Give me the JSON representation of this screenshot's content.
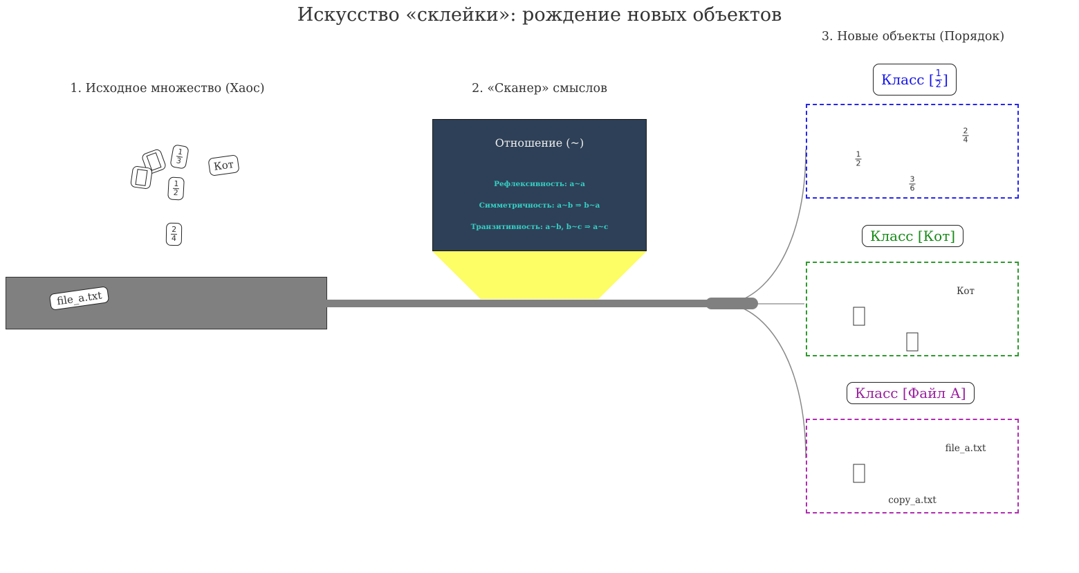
{
  "title": "Искусство «склейки»: рождение новых объектов",
  "sections": {
    "chaos": {
      "heading": "1. Исходное множество (Хаос)",
      "items": {
        "frac_1_3": {
          "num": "1",
          "den": "3"
        },
        "cat_word": "Кот",
        "frac_1_2": {
          "num": "1",
          "den": "2"
        },
        "frac_2_4": {
          "num": "2",
          "den": "4"
        },
        "file_label": "file_a.txt"
      }
    },
    "scanner": {
      "heading": "2. «Сканер» смыслов",
      "box_title": "Отношение (~)",
      "properties": [
        "Рефлексивность: a~a",
        "Симметричность: a~b ⇒ b~a",
        "Транзитивность: a~b, b~c ⇒ a~c"
      ]
    },
    "order": {
      "heading": "3. Новые объекты (Порядок)",
      "classes": [
        {
          "label_prefix": "Класс [",
          "label_fraction": {
            "num": "1",
            "den": "2"
          },
          "label_suffix": "]",
          "accent": "#1414e8",
          "border": "#2424f0",
          "items": [
            {
              "num": "2",
              "den": "4"
            },
            {
              "num": "1",
              "den": "2"
            },
            {
              "num": "3",
              "den": "6"
            }
          ]
        },
        {
          "label": "Класс [Кот]",
          "accent": "#168a16",
          "border": "#2c9a2c",
          "member_label": "Кот"
        },
        {
          "label": "Класс [Файл А]",
          "accent": "#9a1f9f",
          "border": "#b02cb0",
          "members": [
            "file_a.txt",
            "copy_a.txt"
          ]
        }
      ]
    }
  },
  "colors": {
    "scanner_bg": "#2e4057",
    "scanner_title_text": "#ededed",
    "property_text": "#35d0c5",
    "beam": "#fdfd66",
    "belt": "#808080",
    "connector": "#888888",
    "heading_text": "#333333"
  }
}
